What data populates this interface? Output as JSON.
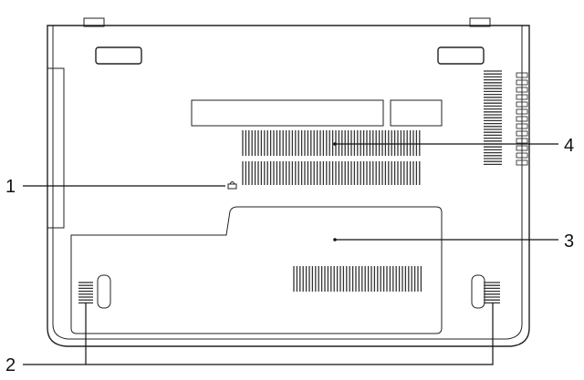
{
  "callouts": [
    {
      "id": "1",
      "label": "1"
    },
    {
      "id": "2",
      "label": "2"
    },
    {
      "id": "3",
      "label": "3"
    },
    {
      "id": "4",
      "label": "4"
    }
  ],
  "icons": {
    "lock_slot": "lock-icon"
  },
  "colors": {
    "line": "#222222",
    "background": "#ffffff"
  }
}
